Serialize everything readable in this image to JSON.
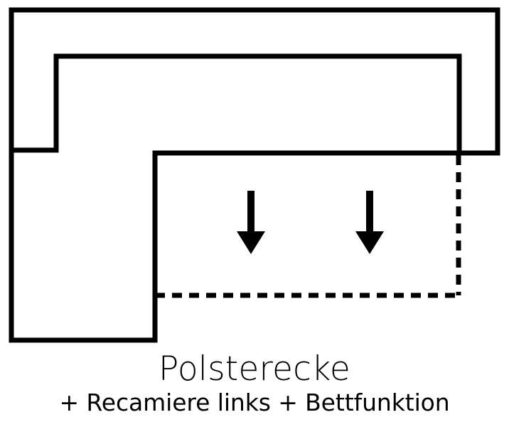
{
  "figure": {
    "title": "Polsterecke",
    "subtitle": "+ Recamiere links + Bettfunktion",
    "stroke_color": "#000000",
    "background_color": "#ffffff",
    "stroke_width": 7,
    "dash_pattern": "14 10",
    "arrow_count": 2,
    "arrow_direction": "down",
    "outline_label": "corner-sofa-plan-outline",
    "backrest_label": "backrest-inner-outline",
    "recamiere_label": "recamiere-left-section",
    "bedfunction_label": "bed-function-extension-dashed"
  }
}
